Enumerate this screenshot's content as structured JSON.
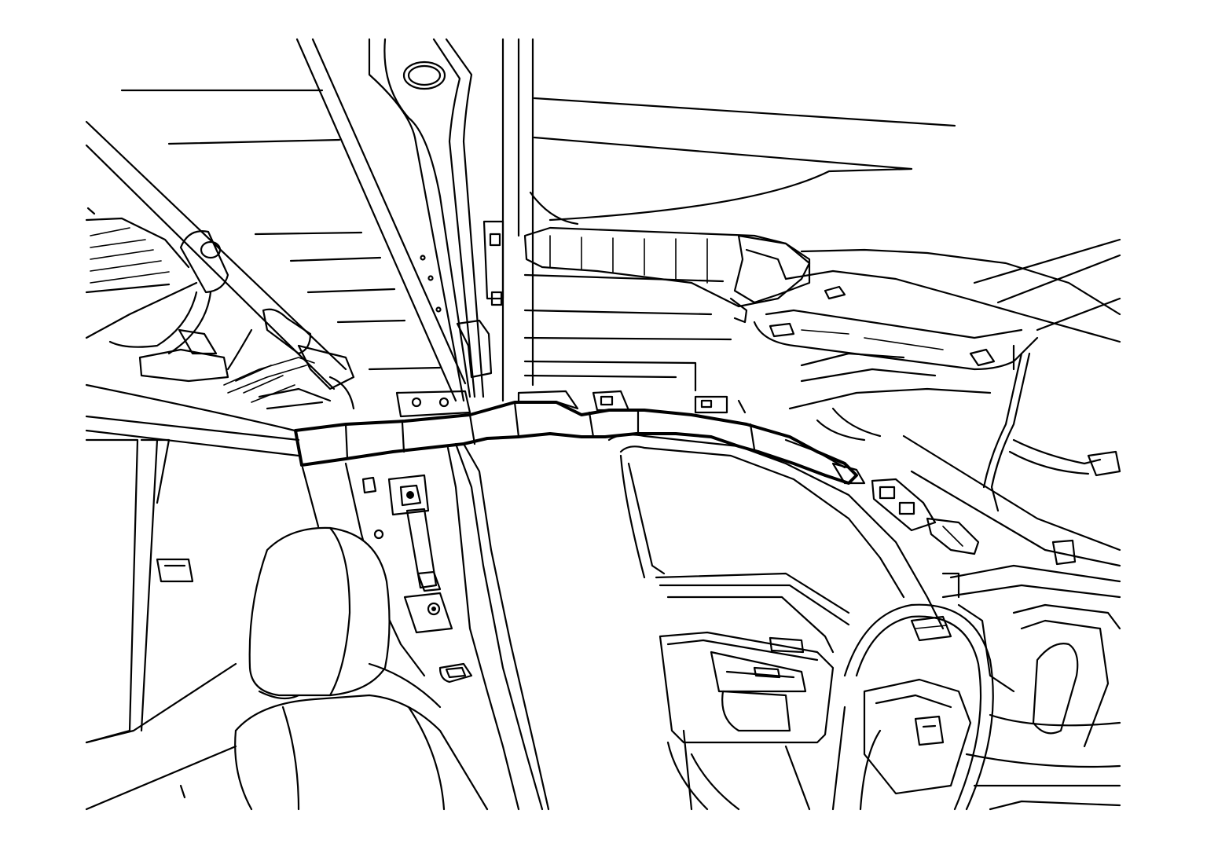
{
  "figure": {
    "highlight_pattern": "dotted-crosshatch",
    "line_color": "#000000",
    "background_color": "#ffffff",
    "icons": [
      "curtain-airbag-module",
      "headrest",
      "steering-wheel",
      "door-panel",
      "seat-belt-anchor",
      "connector",
      "grab-handle"
    ]
  }
}
